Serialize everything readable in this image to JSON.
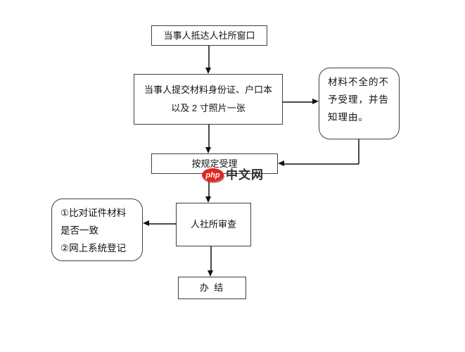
{
  "flowchart": {
    "nodes": {
      "arrive": {
        "label": "当事人抵达人社所窗口"
      },
      "submit": {
        "lines": [
          "当事人提交材料身份证、户口本",
          "以及 2 寸照片一张"
        ]
      },
      "reject": {
        "lines": [
          "材料不全的不",
          "予受理，并告",
          "知理由。"
        ]
      },
      "accept": {
        "label": "按规定受理"
      },
      "check": {
        "lines": [
          "①比对证件材料",
          "是否一致",
          "②网上系统登记"
        ]
      },
      "review": {
        "label": "人社所审查"
      },
      "complete": {
        "label": "办 结"
      }
    },
    "colors": {
      "border": "#3f3f3f",
      "line": "#4a4a4a",
      "arrowhead": "#111111",
      "text": "#111111"
    }
  },
  "watermark": {
    "logo_text": "php",
    "site_text": "中文网",
    "logo_color": "#e2261f",
    "logo_text_color": "#ffffff",
    "text_color": "#2e2e2e"
  }
}
